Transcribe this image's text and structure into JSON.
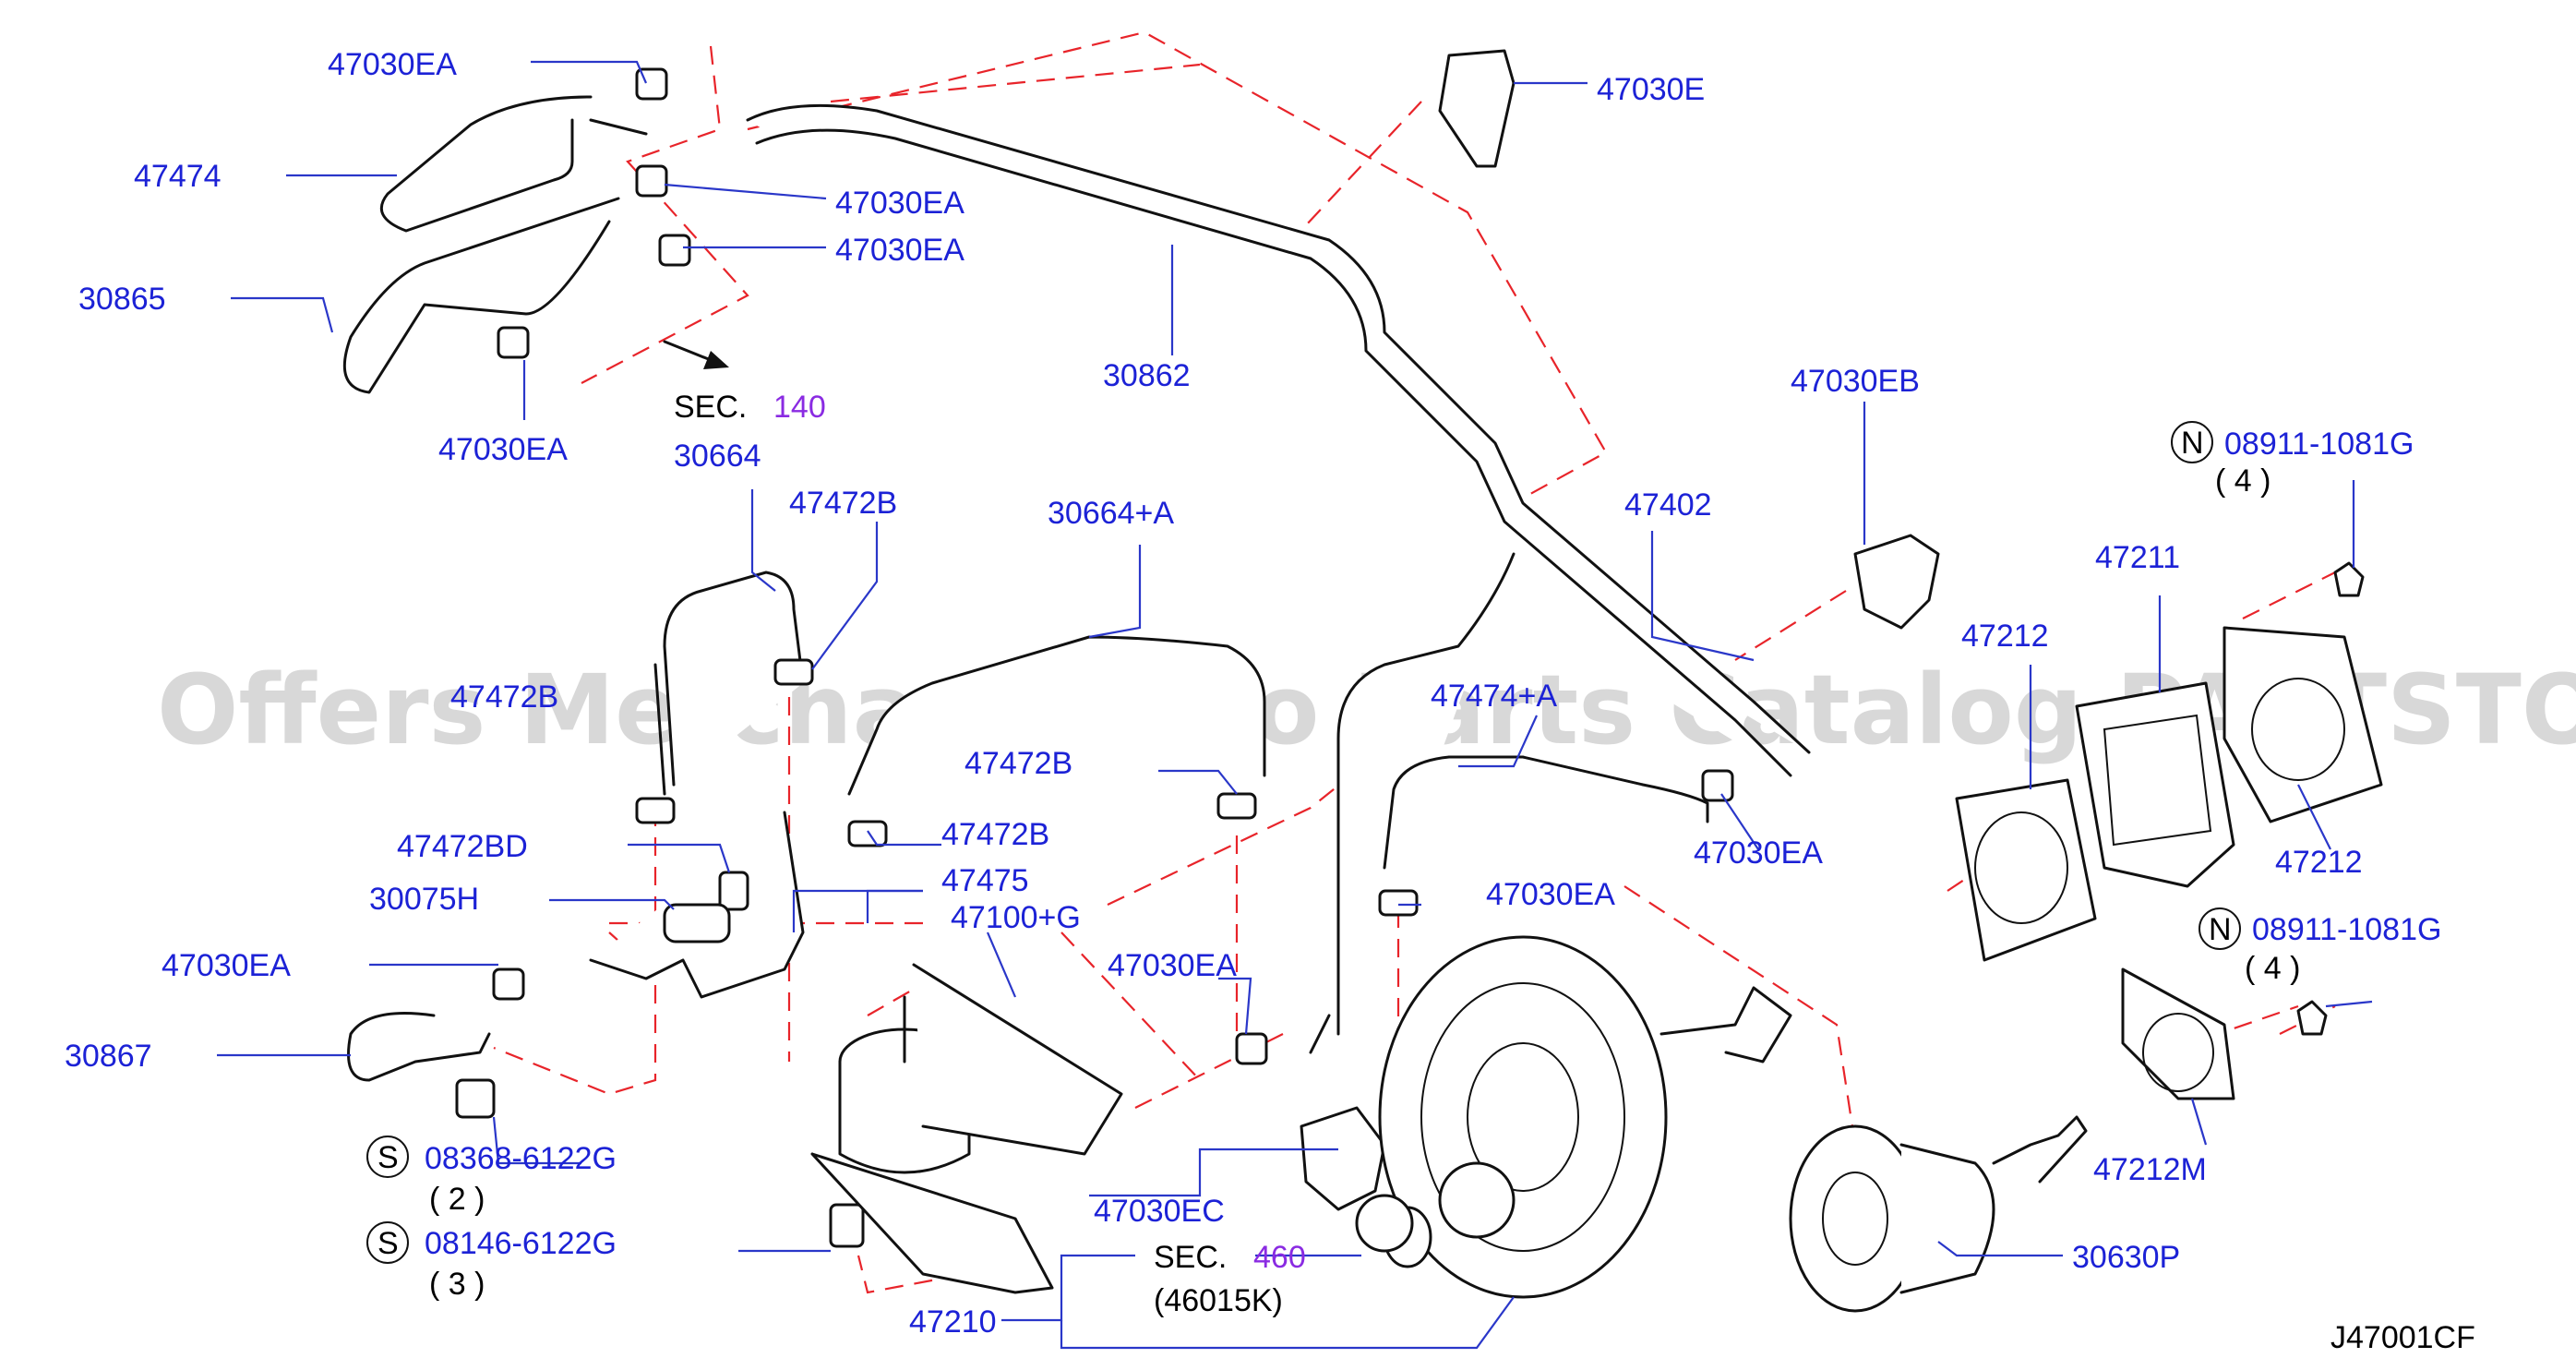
{
  "watermark": "Offers Merchant Auto Parts Catalog PARTSTORE.SA",
  "diagram_code": "J47001CF",
  "labels": {
    "p47030EA_1": "47030EA",
    "p47474": "47474",
    "p47030EA_2": "47030EA",
    "p47030EA_3": "47030EA",
    "p30865": "30865",
    "p47030EA_4": "47030EA",
    "p47030E": "47030E",
    "p30862": "30862",
    "p47030EB": "47030EB",
    "p47402": "47402",
    "p30664": "30664",
    "p47472B_1": "47472B",
    "p30664A": "30664+A",
    "p47472B_2": "47472B",
    "p47474A": "47474+A",
    "p47472B_3": "47472B",
    "p47472B_4": "47472B",
    "p47472BD": "47472BD",
    "p47475": "47475",
    "p30075H": "30075H",
    "p47100G": "47100+G",
    "p47030EA_5": "47030EA",
    "p47030EA_6": "47030EA",
    "p47030EA_7": "47030EA",
    "p47030EA_8": "47030EA",
    "p30867": "30867",
    "p47030EC": "47030EC",
    "p47210": "47210",
    "p47211": "47211",
    "p47212_1": "47212",
    "p47212_2": "47212",
    "p47212M": "47212M",
    "p30630P": "30630P",
    "bolt1_code": "08368-6122G",
    "bolt1_qty": "( 2 )",
    "bolt2_code": "08146-6122G",
    "bolt2_qty": "( 3 )",
    "nut1_code": "08911-1081G",
    "nut1_qty": "( 4 )",
    "nut2_code": "08911-1081G",
    "nut2_qty": "( 4 )",
    "s_mark": "S",
    "n_mark": "N",
    "sec140_prefix": "SEC.",
    "sec140_num": "140",
    "sec460_prefix": "SEC.",
    "sec460_num": "460",
    "sec460_ref": "(46015K)"
  },
  "colors": {
    "label": "#1c22d6",
    "leader": "#2a37c9",
    "dashed_ref": "#e8242a",
    "section_number": "#8a2be2",
    "line_art": "#111111"
  }
}
